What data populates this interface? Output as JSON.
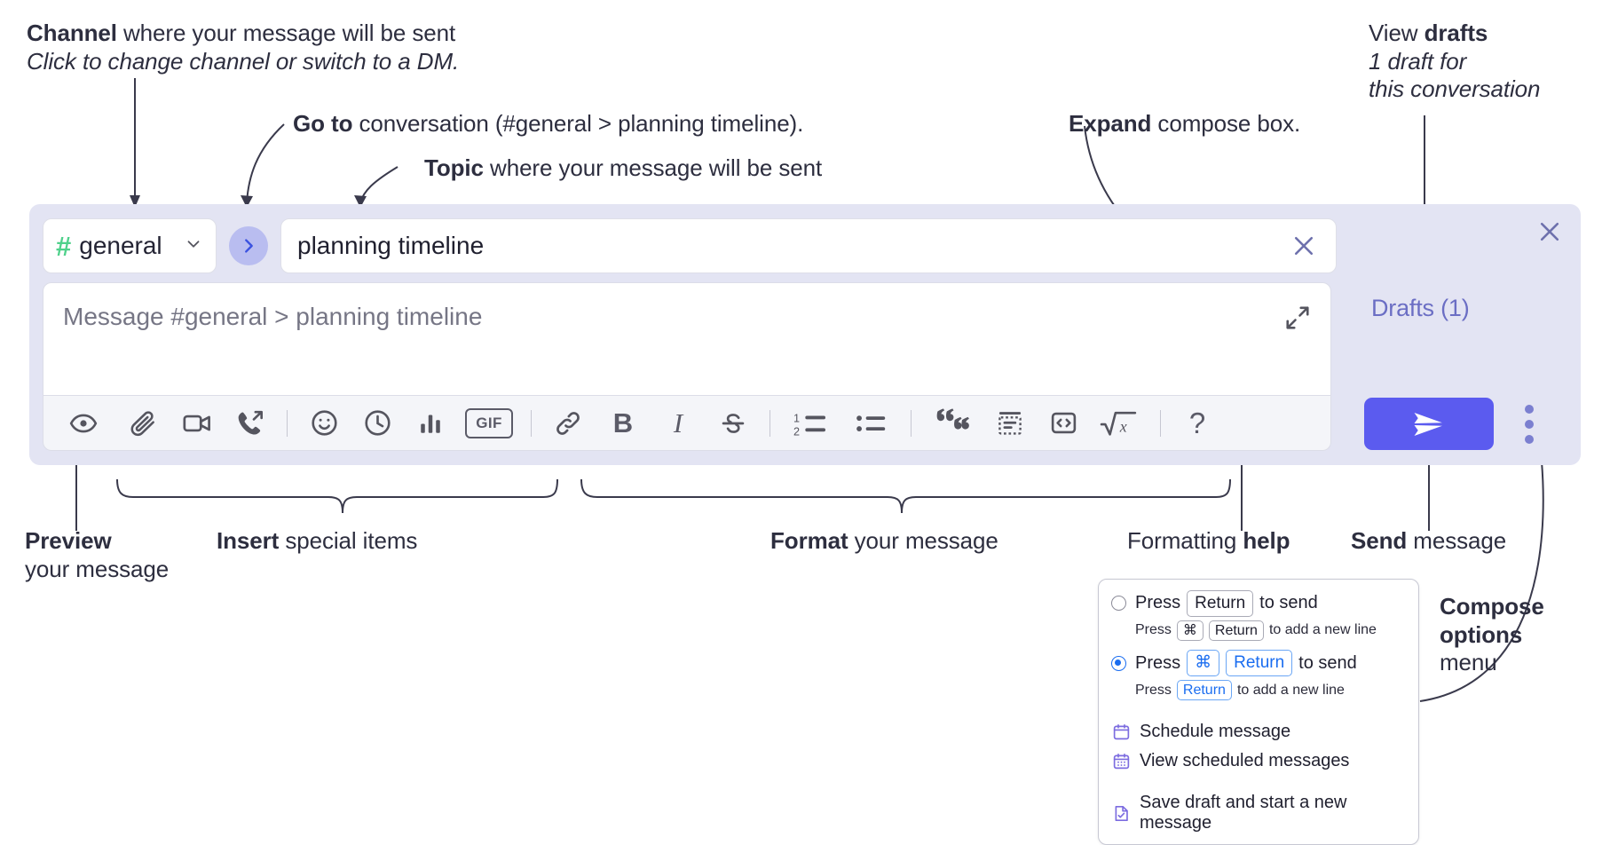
{
  "annotations": {
    "channel": {
      "bold": "Channel",
      "rest": " where your message will be sent",
      "italic": "Click to change channel or switch to a DM."
    },
    "goto": {
      "bold": "Go to",
      "rest": " conversation (#general > planning timeline)."
    },
    "topic": {
      "bold": "Topic",
      "rest": " where your message will be sent"
    },
    "expand": {
      "bold": "Expand",
      "rest": " compose box."
    },
    "drafts": {
      "pre": "View ",
      "bold": "drafts",
      "italic1": "1 draft for",
      "italic2": "this conversation"
    },
    "preview": {
      "bold": "Preview",
      "rest": "your message"
    },
    "insert": {
      "bold": "Insert",
      "rest": " special items"
    },
    "format": {
      "bold": "Format",
      "rest": " your message"
    },
    "help": {
      "pre": "Formatting ",
      "bold": "help"
    },
    "send": {
      "bold": "Send",
      "rest": " message"
    },
    "compose_options": {
      "bold1": "Compose",
      "bold2": "options",
      "rest": "menu"
    }
  },
  "compose": {
    "channel_name": "general",
    "hash_symbol": "#",
    "topic_value": "planning timeline",
    "message_placeholder": "Message #general > planning timeline",
    "drafts_label": "Drafts (1)",
    "accent_color": "#5b5bef",
    "panel_background": "#e3e4f3",
    "hash_color": "#4fd18b",
    "drafts_text_color": "#6b6ec4"
  },
  "toolbar": {
    "items": [
      {
        "name": "preview-icon",
        "label": "Preview"
      },
      {
        "name": "attachment-icon",
        "label": "Attach file"
      },
      {
        "name": "video-camera-icon",
        "label": "Video clip"
      },
      {
        "name": "phone-forward-icon",
        "label": "Audio clip"
      },
      {
        "name": "emoji-icon",
        "label": "Emoji"
      },
      {
        "name": "clock-icon",
        "label": "Reminder"
      },
      {
        "name": "bar-chart-icon",
        "label": "Poll"
      },
      {
        "name": "gif-icon",
        "label": "GIF"
      },
      {
        "name": "link-icon",
        "label": "Link"
      },
      {
        "name": "bold-icon",
        "label": "Bold"
      },
      {
        "name": "italic-icon",
        "label": "Italic"
      },
      {
        "name": "strikethrough-icon",
        "label": "Strikethrough"
      },
      {
        "name": "ordered-list-icon",
        "label": "Ordered list"
      },
      {
        "name": "bulleted-list-icon",
        "label": "Bulleted list"
      },
      {
        "name": "blockquote-icon",
        "label": "Blockquote"
      },
      {
        "name": "code-block-icon",
        "label": "Code block"
      },
      {
        "name": "inline-code-icon",
        "label": "Code"
      },
      {
        "name": "math-icon",
        "label": "Math"
      },
      {
        "name": "help-icon",
        "label": "Formatting help"
      }
    ],
    "gif_label": "GIF",
    "bold_label": "B",
    "italic_label": "I",
    "help_label": "?"
  },
  "menu": {
    "options": [
      {
        "selected": false,
        "main_pre": "Press ",
        "main_key": "Return",
        "main_post": " to send",
        "sub_pre": "Press ",
        "sub_key1": "⌘",
        "sub_key2": "Return",
        "sub_post": " to add a new line"
      },
      {
        "selected": true,
        "main_pre": "Press ",
        "main_key1": "⌘",
        "main_key2": "Return",
        "main_post": " to send",
        "sub_pre": "Press ",
        "sub_key": "Return",
        "sub_post": " to add a new line"
      }
    ],
    "actions": [
      {
        "icon": "calendar-icon",
        "label": "Schedule message"
      },
      {
        "icon": "calendar-grid-icon",
        "label": "View scheduled messages"
      }
    ],
    "actions2": [
      {
        "icon": "save-draft-icon",
        "label": "Save draft and start a new message"
      }
    ],
    "icon_color": "#7c6ce0"
  }
}
